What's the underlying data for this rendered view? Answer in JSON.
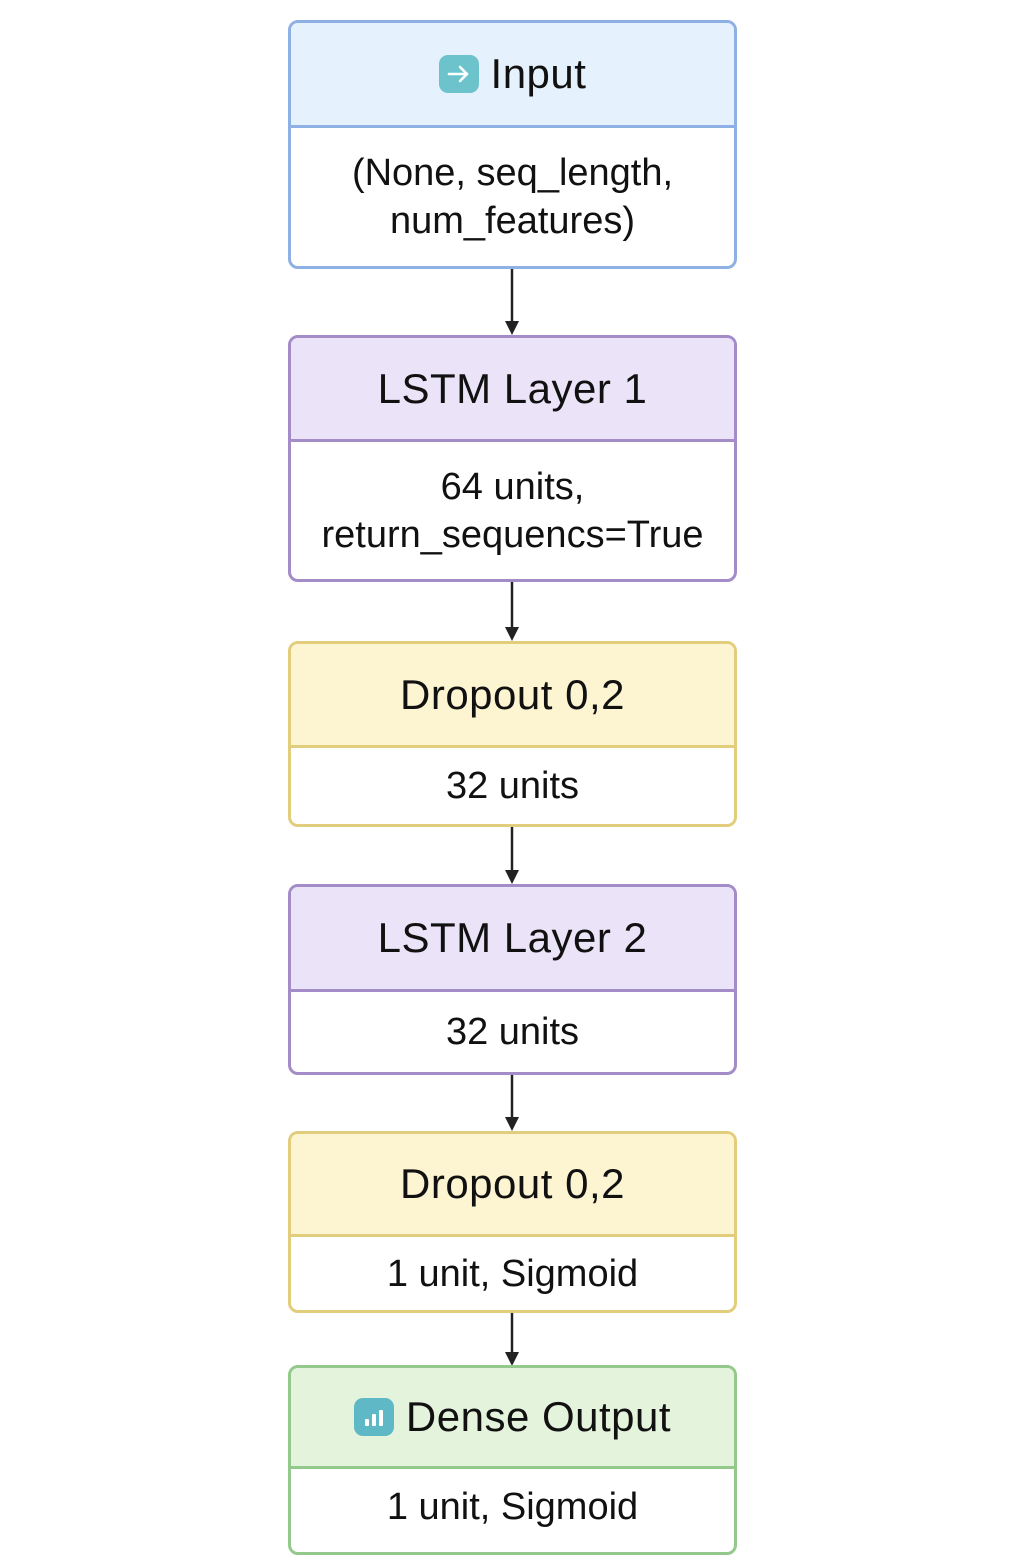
{
  "layers": [
    {
      "title": "Input",
      "detail": "(None, seq_length, num_features)",
      "icon": "input-arrow-icon",
      "color": "#8fb0e4"
    },
    {
      "title": "LSTM Layer 1",
      "detail": "64 units, return_sequencs=True",
      "color": "#a48cc9"
    },
    {
      "title": "Dropout 0,2",
      "detail": "32 units",
      "color": "#e2cd7c"
    },
    {
      "title": "LSTM Layer 2",
      "detail": "32 units",
      "color": "#a48cc9"
    },
    {
      "title": "Dropout 0,2",
      "detail": "1 unit, Sigmoid",
      "color": "#e2cd7c"
    },
    {
      "title": "Dense Output",
      "detail": "1 unit, Sigmoid",
      "icon": "bar-chart-icon",
      "color": "#93c98a"
    }
  ]
}
